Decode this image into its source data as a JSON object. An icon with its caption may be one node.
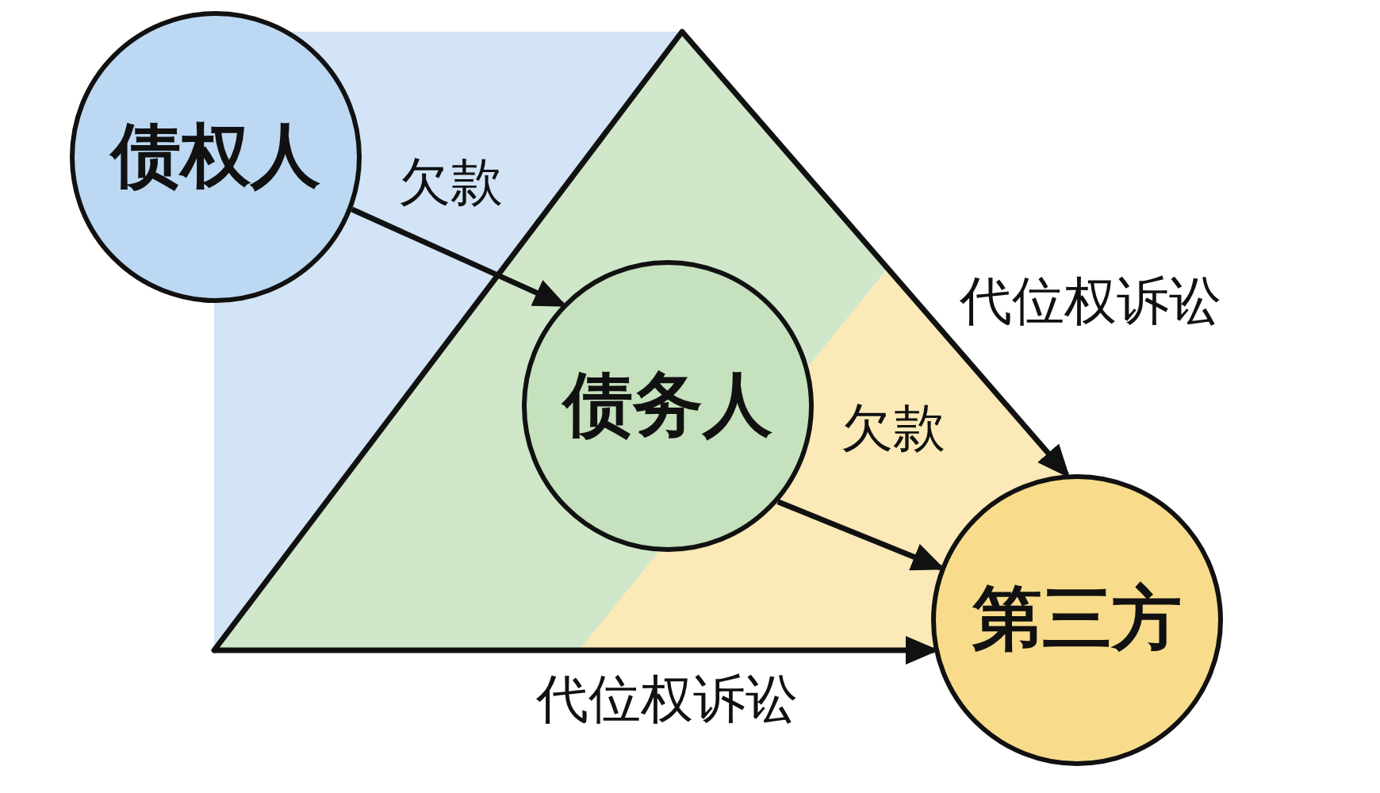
{
  "diagram": {
    "nodes": [
      {
        "text": [
          "债权人"
        ]
      },
      {
        "text": [
          "债务人"
        ]
      },
      {
        "text": [
          "第三方"
        ]
      }
    ],
    "edges": [
      {
        "from": 0,
        "to": 1,
        "arrow": "to",
        "label": "欠款"
      },
      {
        "from": 1,
        "to": 2,
        "arrow": "to",
        "label": "欠款"
      },
      {
        "from": null,
        "to": 2,
        "arrow": "to",
        "label": "代位权诉讼"
      },
      {
        "from": null,
        "to": 2,
        "arrow": "to",
        "label": "代位权诉讼"
      }
    ]
  }
}
